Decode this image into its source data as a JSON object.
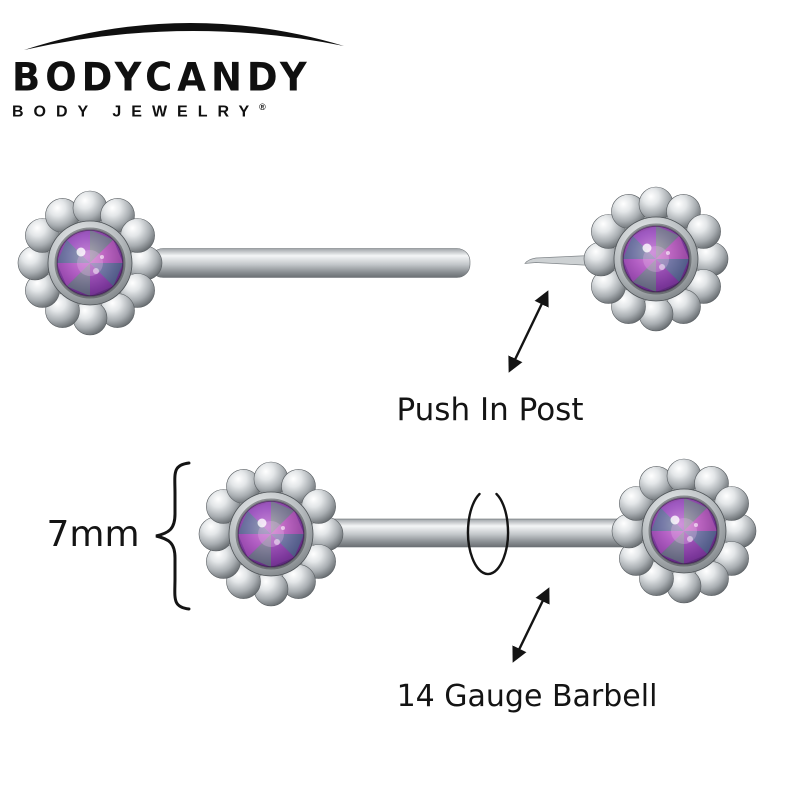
{
  "brand": {
    "name": "BODYCANDY",
    "tagline": "BODY JEWELRY",
    "registered_mark": "®"
  },
  "annotations": {
    "push_in_post": "Push In Post",
    "size": "7mm",
    "gauge": "14 Gauge Barbell"
  },
  "icons": {
    "push_in_post_arrow": "double-headed-arrow",
    "gauge_arrow": "double-headed-arrow",
    "size_brace": "curly-brace",
    "gauge_marker": "open-ellipse"
  },
  "colors": {
    "background": "#ffffff",
    "annotation_ink": "#141414",
    "steel_light": "#f4f6f7",
    "steel_mid": "#b5babd",
    "steel_dark": "#63686c",
    "gem_purple": "#8b3fa8",
    "gem_magenta": "#d36cc0",
    "gem_teal": "#2f9c84",
    "gem_green": "#57b36b"
  }
}
